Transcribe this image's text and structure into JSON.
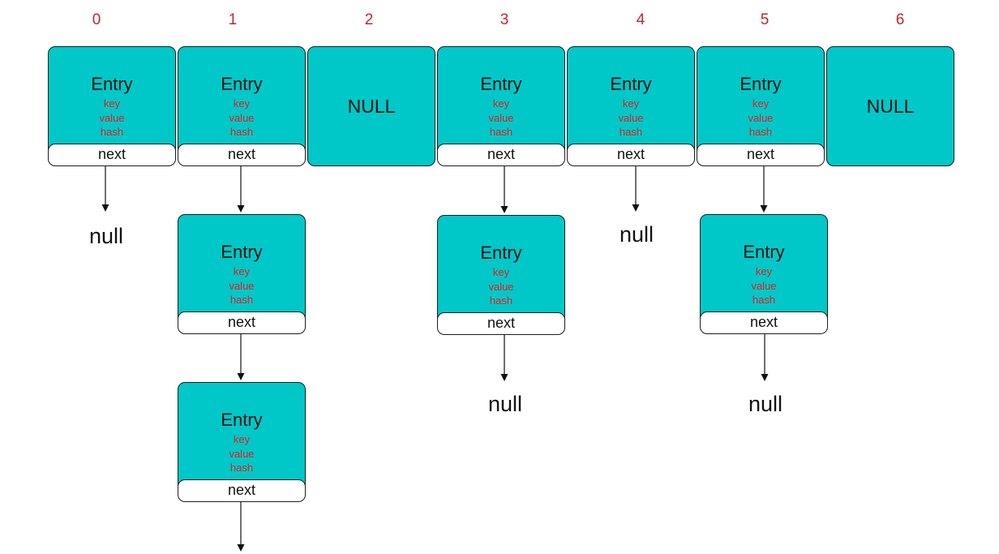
{
  "indices": [
    "0",
    "1",
    "2",
    "3",
    "4",
    "5",
    "6"
  ],
  "entry": {
    "title": "Entry",
    "fields": [
      "key",
      "value",
      "hash"
    ],
    "next": "next"
  },
  "slot_null": "NULL",
  "terminator": "null",
  "buckets": [
    {
      "index": "0",
      "chain_length": 1,
      "terminated_with_null": true
    },
    {
      "index": "1",
      "chain_length": 3,
      "terminated_with_null": false
    },
    {
      "index": "2",
      "chain_length": 0,
      "slot_text": "NULL"
    },
    {
      "index": "3",
      "chain_length": 2,
      "terminated_with_null": true
    },
    {
      "index": "4",
      "chain_length": 1,
      "terminated_with_null": true
    },
    {
      "index": "5",
      "chain_length": 2,
      "terminated_with_null": true
    },
    {
      "index": "6",
      "chain_length": 0,
      "slot_text": "NULL"
    }
  ],
  "colors": {
    "node_fill": "#00c8c8",
    "index_text": "#c0272d",
    "field_text": "#e02020"
  }
}
